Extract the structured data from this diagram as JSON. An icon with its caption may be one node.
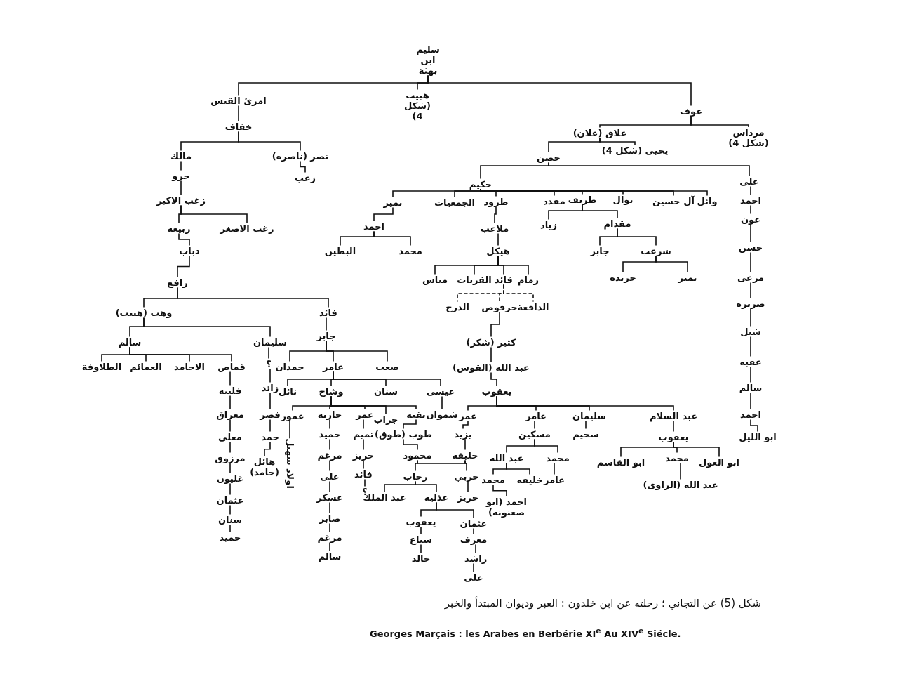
{
  "diagram": {
    "caption": "شكل (5) عن التجاني ؛ رحلته عن ابن خلدون : العبر وديوان المبتدأ والخبر",
    "nodes": [
      {
        "text": [
          "سليم ابن بهثة"
        ]
      },
      {
        "text": [
          "امرئ القيس"
        ]
      },
      {
        "text": [
          "هبيب (شكل 4)"
        ]
      },
      {
        "text": [
          "عوف"
        ]
      },
      {
        "text": [
          "خفاف"
        ]
      },
      {
        "text": [
          "مالك"
        ]
      },
      {
        "text": [
          "نصر (ناصره)"
        ]
      },
      {
        "text": [
          "جرو"
        ]
      },
      {
        "text": [
          "زغب"
        ]
      },
      {
        "text": [
          "زغب الاكبر"
        ]
      },
      {
        "text": [
          "ربيعه"
        ]
      },
      {
        "text": [
          "زغب الاصغر"
        ]
      },
      {
        "text": [
          "ذباب"
        ]
      },
      {
        "text": [
          "رافع"
        ]
      },
      {
        "text": [
          "وهب (هبيب)"
        ]
      },
      {
        "text": [
          "فائد"
        ]
      },
      {
        "text": [
          "سالم"
        ]
      },
      {
        "text": [
          "سليمان"
        ]
      },
      {
        "text": [
          "قماص"
        ]
      },
      {
        "text": [
          "الاحامد"
        ]
      },
      {
        "text": [
          "العمائم"
        ]
      },
      {
        "text": [
          "الطلاوفة"
        ]
      },
      {
        "text": [
          "فليته"
        ]
      },
      {
        "text": [
          "معراق"
        ]
      },
      {
        "text": [
          "معلى"
        ]
      },
      {
        "text": [
          "مرزوق"
        ]
      },
      {
        "text": [
          "غليون"
        ]
      },
      {
        "text": [
          "عثمان"
        ]
      },
      {
        "text": [
          "سنان"
        ]
      },
      {
        "text": [
          "حميد"
        ]
      },
      {
        "text": [
          "؟"
        ]
      },
      {
        "text": [
          "زائد"
        ]
      },
      {
        "text": [
          "فضر"
        ]
      },
      {
        "text": [
          "حمد"
        ]
      },
      {
        "text": [
          "هائل (حامد)"
        ]
      },
      {
        "text": [
          "جابر"
        ]
      },
      {
        "text": [
          "حمدان"
        ]
      },
      {
        "text": [
          "عامر"
        ]
      },
      {
        "text": [
          "صعب"
        ]
      },
      {
        "text": [
          "نائل"
        ]
      },
      {
        "text": [
          "وشاح"
        ]
      },
      {
        "text": [
          "سنان"
        ]
      },
      {
        "text": [
          "عيسى"
        ]
      },
      {
        "text": [
          "عمور"
        ]
      },
      {
        "text": [
          "جاريه"
        ]
      },
      {
        "text": [
          "عمر"
        ]
      },
      {
        "text": [
          "جراب"
        ]
      },
      {
        "text": [
          "بقيه"
        ]
      },
      {
        "text": [
          "اولاد سهيل"
        ]
      },
      {
        "text": [
          "حميد"
        ]
      },
      {
        "text": [
          "مرغم"
        ]
      },
      {
        "text": [
          "على"
        ]
      },
      {
        "text": [
          "عسكر"
        ]
      },
      {
        "text": [
          "صابر"
        ]
      },
      {
        "text": [
          "مرغم"
        ]
      },
      {
        "text": [
          "سالم"
        ]
      },
      {
        "text": [
          "تميم"
        ]
      },
      {
        "text": [
          "حريز"
        ]
      },
      {
        "text": [
          "فائد"
        ]
      },
      {
        "text": [
          "؟"
        ]
      },
      {
        "text": [
          "طوب (طوق)"
        ]
      },
      {
        "text": [
          "محمود"
        ]
      },
      {
        "text": [
          "شموان"
        ]
      },
      {
        "text": [
          "علاق (علان)"
        ]
      },
      {
        "text": [
          "مرداس (شكل 4)"
        ]
      },
      {
        "text": [
          "حصن"
        ]
      },
      {
        "text": [
          "يحيى (شكل 4)"
        ]
      },
      {
        "text": [
          "حكيم"
        ]
      },
      {
        "text": [
          "على"
        ]
      },
      {
        "text": [
          "وائل"
        ]
      },
      {
        "text": [
          "آل حسين"
        ]
      },
      {
        "text": [
          "نوال"
        ]
      },
      {
        "text": [
          "ظريف"
        ]
      },
      {
        "text": [
          "مقدد"
        ]
      },
      {
        "text": [
          "طرود"
        ]
      },
      {
        "text": [
          "الجمعيات"
        ]
      },
      {
        "text": [
          "نمير"
        ]
      },
      {
        "text": [
          "احمد"
        ]
      },
      {
        "text": [
          "ملاعب"
        ]
      },
      {
        "text": [
          "البطين"
        ]
      },
      {
        "text": [
          "محمد"
        ]
      },
      {
        "text": [
          "هيكل"
        ]
      },
      {
        "text": [
          "زمام"
        ]
      },
      {
        "text": [
          "قائد"
        ]
      },
      {
        "text": [
          "القريات"
        ]
      },
      {
        "text": [
          "مياس"
        ]
      },
      {
        "text": [
          "الدافعة"
        ]
      },
      {
        "text": [
          "حرقوص"
        ]
      },
      {
        "text": [
          "الدرح"
        ]
      },
      {
        "text": [
          "كثير (شكر)"
        ]
      },
      {
        "text": [
          "عبد الله (القوس)"
        ]
      },
      {
        "text": [
          "يعقوب"
        ]
      },
      {
        "text": [
          "عمر"
        ]
      },
      {
        "text": [
          "عامر"
        ]
      },
      {
        "text": [
          "سليمان"
        ]
      },
      {
        "text": [
          "عبد السلام"
        ]
      },
      {
        "text": [
          "يزيد"
        ]
      },
      {
        "text": [
          "خليفه"
        ]
      },
      {
        "text": [
          "رحاب"
        ]
      },
      {
        "text": [
          "حربي"
        ]
      },
      {
        "text": [
          "عبد الملك"
        ]
      },
      {
        "text": [
          "عذليه"
        ]
      },
      {
        "text": [
          "حريز"
        ]
      },
      {
        "text": [
          "يعقوب"
        ]
      },
      {
        "text": [
          "عثمان"
        ]
      },
      {
        "text": [
          "سباع"
        ]
      },
      {
        "text": [
          "خالد"
        ]
      },
      {
        "text": [
          "معرف"
        ]
      },
      {
        "text": [
          "راشد"
        ]
      },
      {
        "text": [
          "على"
        ]
      },
      {
        "text": [
          "مسكين"
        ]
      },
      {
        "text": [
          "عبد الله"
        ]
      },
      {
        "text": [
          "محمد"
        ]
      },
      {
        "text": [
          "محمد"
        ]
      },
      {
        "text": [
          "خليفه"
        ]
      },
      {
        "text": [
          "احمد (ابو صعنونه)"
        ]
      },
      {
        "text": [
          "عامر"
        ]
      },
      {
        "text": [
          "سخيم"
        ]
      },
      {
        "text": [
          "يعقوب"
        ]
      },
      {
        "text": [
          "ابو القاسم"
        ]
      },
      {
        "text": [
          "محمد"
        ]
      },
      {
        "text": [
          "ابو العول"
        ]
      },
      {
        "text": [
          "عبد الله (الراوى)"
        ]
      },
      {
        "text": [
          "احمد"
        ]
      },
      {
        "text": [
          "عون"
        ]
      },
      {
        "text": [
          "حسن"
        ]
      },
      {
        "text": [
          "مرعى"
        ]
      },
      {
        "text": [
          "صريره"
        ]
      },
      {
        "text": [
          "شبل"
        ]
      },
      {
        "text": [
          "عقبه"
        ]
      },
      {
        "text": [
          "سالم"
        ]
      },
      {
        "text": [
          "احمد"
        ]
      },
      {
        "text": [
          "ابو الليل"
        ]
      },
      {
        "text": [
          "زياد"
        ]
      },
      {
        "text": [
          "مقدام"
        ]
      },
      {
        "text": [
          "جابر"
        ]
      },
      {
        "text": [
          "شرعب"
        ]
      },
      {
        "text": [
          "جريده"
        ]
      },
      {
        "text": [
          "نمير"
        ]
      }
    ],
    "edges": [
      {
        "from": 0,
        "to": 1,
        "arrow": "none"
      },
      {
        "from": 0,
        "to": 2,
        "arrow": "none"
      },
      {
        "from": 0,
        "to": 3,
        "arrow": "none"
      },
      {
        "from": 1,
        "to": 4,
        "arrow": "none"
      },
      {
        "from": 4,
        "to": 5,
        "arrow": "none"
      },
      {
        "from": 4,
        "to": 6,
        "arrow": "none"
      },
      {
        "from": 5,
        "to": 7,
        "arrow": "none"
      },
      {
        "from": 6,
        "to": 8,
        "arrow": "none"
      },
      {
        "from": 7,
        "to": 9,
        "arrow": "none"
      },
      {
        "from": 9,
        "to": 10,
        "arrow": "none"
      },
      {
        "from": 9,
        "to": 11,
        "arrow": "none"
      },
      {
        "from": 10,
        "to": 12,
        "arrow": "none"
      },
      {
        "from": 12,
        "to": 13,
        "arrow": "none"
      },
      {
        "from": 13,
        "to": 14,
        "arrow": "none"
      },
      {
        "from": 13,
        "to": 15,
        "arrow": "none"
      },
      {
        "from": 14,
        "to": 16,
        "arrow": "none"
      },
      {
        "from": 14,
        "to": 17,
        "arrow": "none"
      },
      {
        "from": 16,
        "to": 18,
        "arrow": "none"
      },
      {
        "from": 16,
        "to": 19,
        "arrow": "none"
      },
      {
        "from": 16,
        "to": 20,
        "arrow": "none"
      },
      {
        "from": 16,
        "to": 21,
        "arrow": "none"
      },
      {
        "from": 18,
        "to": 22,
        "arrow": "none"
      },
      {
        "from": 22,
        "to": 23,
        "arrow": "none"
      },
      {
        "from": 23,
        "to": 24,
        "arrow": "none"
      },
      {
        "from": 24,
        "to": 25,
        "arrow": "none"
      },
      {
        "from": 25,
        "to": 26,
        "arrow": "none"
      },
      {
        "from": 26,
        "to": 27,
        "arrow": "none"
      },
      {
        "from": 27,
        "to": 28,
        "arrow": "none"
      },
      {
        "from": 28,
        "to": 29,
        "arrow": "none"
      },
      {
        "from": 17,
        "to": 30,
        "arrow": "none"
      },
      {
        "from": 30,
        "to": 31,
        "arrow": "none"
      },
      {
        "from": 31,
        "to": 32,
        "arrow": "none"
      },
      {
        "from": 32,
        "to": 33,
        "arrow": "none"
      },
      {
        "from": 33,
        "to": 34,
        "arrow": "none"
      },
      {
        "from": 15,
        "to": 35,
        "arrow": "none"
      },
      {
        "from": 35,
        "to": 36,
        "arrow": "none"
      },
      {
        "from": 35,
        "to": 37,
        "arrow": "none"
      },
      {
        "from": 35,
        "to": 38,
        "arrow": "none"
      },
      {
        "from": 37,
        "to": 39,
        "arrow": "none"
      },
      {
        "from": 37,
        "to": 40,
        "arrow": "none"
      },
      {
        "from": 37,
        "to": 41,
        "arrow": "none"
      },
      {
        "from": 37,
        "to": 42,
        "arrow": "none"
      },
      {
        "from": 40,
        "to": 43,
        "arrow": "none"
      },
      {
        "from": 40,
        "to": 44,
        "arrow": "none"
      },
      {
        "from": 40,
        "to": 45,
        "arrow": "none"
      },
      {
        "from": 40,
        "to": 46,
        "arrow": "none"
      },
      {
        "from": 40,
        "to": 47,
        "arrow": "none"
      },
      {
        "from": 43,
        "to": 48,
        "arrow": "none"
      },
      {
        "from": 44,
        "to": 49,
        "arrow": "none"
      },
      {
        "from": 49,
        "to": 50,
        "arrow": "none"
      },
      {
        "from": 50,
        "to": 51,
        "arrow": "none"
      },
      {
        "from": 51,
        "to": 52,
        "arrow": "none"
      },
      {
        "from": 52,
        "to": 53,
        "arrow": "none"
      },
      {
        "from": 53,
        "to": 54,
        "arrow": "none"
      },
      {
        "from": 54,
        "to": 55,
        "arrow": "none"
      },
      {
        "from": 45,
        "to": 56,
        "arrow": "none"
      },
      {
        "from": 56,
        "to": 57,
        "arrow": "none"
      },
      {
        "from": 57,
        "to": 58,
        "arrow": "none"
      },
      {
        "from": 58,
        "to": 59,
        "arrow": "none"
      },
      {
        "from": 47,
        "to": 60,
        "arrow": "none"
      },
      {
        "from": 60,
        "to": 61,
        "arrow": "none"
      },
      {
        "from": 42,
        "to": 62,
        "arrow": "none"
      },
      {
        "from": 61,
        "to": 97,
        "arrow": "none"
      },
      {
        "from": 61,
        "to": 98,
        "arrow": "none"
      },
      {
        "from": 97,
        "to": 99,
        "arrow": "none"
      },
      {
        "from": 98,
        "to": 100,
        "arrow": "none"
      },
      {
        "from": 98,
        "to": 101,
        "arrow": "none"
      },
      {
        "from": 99,
        "to": 102,
        "arrow": "none"
      },
      {
        "from": 101,
        "to": 103,
        "arrow": "none"
      },
      {
        "from": 101,
        "to": 104,
        "arrow": "none"
      },
      {
        "from": 103,
        "to": 105,
        "arrow": "none"
      },
      {
        "from": 105,
        "to": 106,
        "arrow": "none"
      },
      {
        "from": 104,
        "to": 107,
        "arrow": "none"
      },
      {
        "from": 107,
        "to": 108,
        "arrow": "none"
      },
      {
        "from": 108,
        "to": 109,
        "arrow": "none"
      },
      {
        "from": 3,
        "to": 63,
        "arrow": "none"
      },
      {
        "from": 3,
        "to": 64,
        "arrow": "none"
      },
      {
        "from": 63,
        "to": 65,
        "arrow": "none"
      },
      {
        "from": 63,
        "to": 66,
        "arrow": "none"
      },
      {
        "from": 65,
        "to": 67,
        "arrow": "none"
      },
      {
        "from": 65,
        "to": 68,
        "arrow": "none"
      },
      {
        "from": 67,
        "to": 69,
        "arrow": "none"
      },
      {
        "from": 67,
        "to": 70,
        "arrow": "none"
      },
      {
        "from": 67,
        "to": 71,
        "arrow": "none"
      },
      {
        "from": 67,
        "to": 72,
        "arrow": "none"
      },
      {
        "from": 67,
        "to": 73,
        "arrow": "none"
      },
      {
        "from": 67,
        "to": 74,
        "arrow": "none"
      },
      {
        "from": 67,
        "to": 75,
        "arrow": "none"
      },
      {
        "from": 67,
        "to": 76,
        "arrow": "none"
      },
      {
        "from": 76,
        "to": 77,
        "arrow": "none"
      },
      {
        "from": 74,
        "to": 78,
        "arrow": "none"
      },
      {
        "from": 77,
        "to": 79,
        "arrow": "none"
      },
      {
        "from": 77,
        "to": 80,
        "arrow": "none"
      },
      {
        "from": 78,
        "to": 81,
        "arrow": "none"
      },
      {
        "from": 81,
        "to": 82,
        "arrow": "none"
      },
      {
        "from": 81,
        "to": 83,
        "arrow": "none"
      },
      {
        "from": 81,
        "to": 84,
        "arrow": "none"
      },
      {
        "from": 81,
        "to": 85,
        "arrow": "none"
      },
      {
        "from": 83,
        "to": 86,
        "arrow": "none",
        "style": "dashed"
      },
      {
        "from": 83,
        "to": 87,
        "arrow": "none",
        "style": "dashed"
      },
      {
        "from": 83,
        "to": 88,
        "arrow": "none",
        "style": "dashed"
      },
      {
        "from": 87,
        "to": 89,
        "arrow": "none"
      },
      {
        "from": 89,
        "to": 90,
        "arrow": "none"
      },
      {
        "from": 90,
        "to": 91,
        "arrow": "none"
      },
      {
        "from": 91,
        "to": 92,
        "arrow": "none"
      },
      {
        "from": 91,
        "to": 93,
        "arrow": "none"
      },
      {
        "from": 91,
        "to": 94,
        "arrow": "none"
      },
      {
        "from": 91,
        "to": 95,
        "arrow": "none"
      },
      {
        "from": 92,
        "to": 96,
        "arrow": "none"
      },
      {
        "from": 96,
        "to": 97,
        "arrow": "none"
      },
      {
        "from": 93,
        "to": 110,
        "arrow": "none"
      },
      {
        "from": 110,
        "to": 111,
        "arrow": "none"
      },
      {
        "from": 110,
        "to": 112,
        "arrow": "none"
      },
      {
        "from": 111,
        "to": 113,
        "arrow": "none"
      },
      {
        "from": 111,
        "to": 114,
        "arrow": "none"
      },
      {
        "from": 113,
        "to": 115,
        "arrow": "none"
      },
      {
        "from": 112,
        "to": 116,
        "arrow": "none"
      },
      {
        "from": 94,
        "to": 117,
        "arrow": "none"
      },
      {
        "from": 95,
        "to": 118,
        "arrow": "none"
      },
      {
        "from": 118,
        "to": 119,
        "arrow": "none"
      },
      {
        "from": 118,
        "to": 120,
        "arrow": "none"
      },
      {
        "from": 118,
        "to": 121,
        "arrow": "none"
      },
      {
        "from": 120,
        "to": 122,
        "arrow": "none"
      },
      {
        "from": 68,
        "to": 123,
        "arrow": "none"
      },
      {
        "from": 123,
        "to": 124,
        "arrow": "none"
      },
      {
        "from": 124,
        "to": 125,
        "arrow": "none"
      },
      {
        "from": 125,
        "to": 126,
        "arrow": "none"
      },
      {
        "from": 126,
        "to": 127,
        "arrow": "none"
      },
      {
        "from": 127,
        "to": 128,
        "arrow": "none"
      },
      {
        "from": 128,
        "to": 129,
        "arrow": "none"
      },
      {
        "from": 129,
        "to": 130,
        "arrow": "none"
      },
      {
        "from": 130,
        "to": 131,
        "arrow": "none"
      },
      {
        "from": 131,
        "to": 132,
        "arrow": "none"
      },
      {
        "from": 72,
        "to": 133,
        "arrow": "none"
      },
      {
        "from": 72,
        "to": 134,
        "arrow": "none"
      },
      {
        "from": 134,
        "to": 135,
        "arrow": "none"
      },
      {
        "from": 134,
        "to": 136,
        "arrow": "none"
      },
      {
        "from": 136,
        "to": 137,
        "arrow": "none"
      },
      {
        "from": 136,
        "to": 138,
        "arrow": "none"
      }
    ],
    "labels": [
      "Georges Marçais : les Arabes en Berbérie XI$^{e}$ Au XIV$^{e}$ Siécle."
    ]
  }
}
